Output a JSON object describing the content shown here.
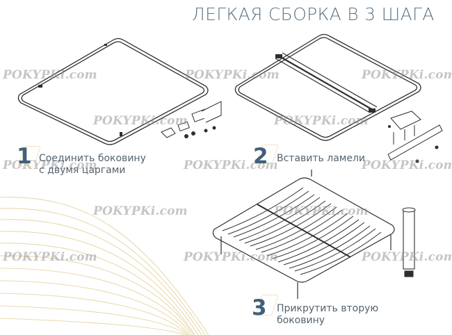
{
  "header": {
    "title": "ЛЕГКАЯ СБОРКА В 3 ШАГА"
  },
  "steps": [
    {
      "number": "1",
      "text_line1": "Соединить боковину",
      "text_line2": "с двумя царгами",
      "illustration": "frame-with-connectors"
    },
    {
      "number": "2",
      "text_line1": "Вставить ламели",
      "text_line2": "",
      "illustration": "frame-with-center-beam-and-slat-holders"
    },
    {
      "number": "3",
      "text_line1": "Прикрутить вторую",
      "text_line2": "боковину",
      "illustration": "assembled-bed-base-with-leg"
    }
  ],
  "watermark": {
    "text": "POKYPKi.com"
  },
  "colors": {
    "title": "#5f7584",
    "step_number": "#40607c",
    "step_text": "#53636e",
    "gold_accent": "#e6d3a0",
    "line_art": "#333333",
    "background": "#ffffff"
  }
}
